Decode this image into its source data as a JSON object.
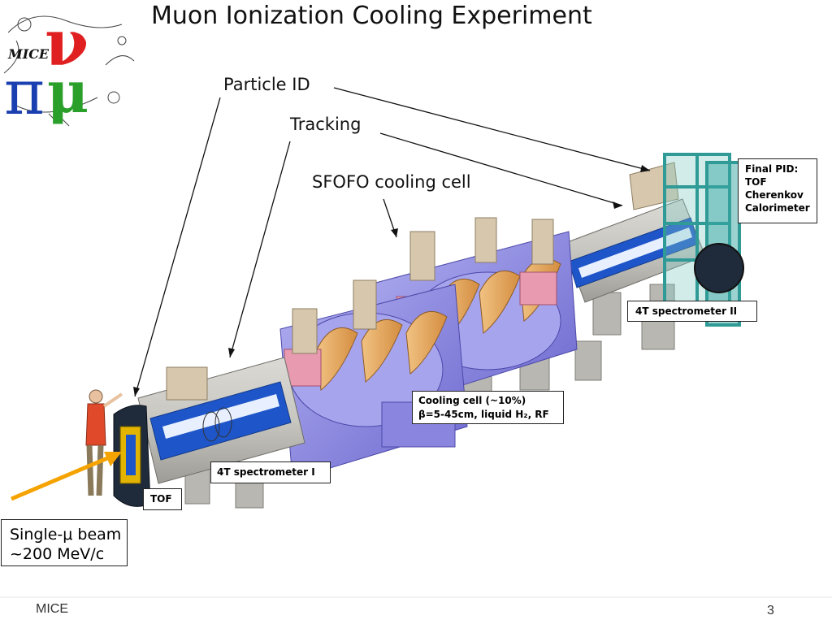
{
  "slide": {
    "title": "Muon Ionization Cooling Experiment",
    "logo": {
      "name": "mice-logo",
      "text": "MICE",
      "glyphs": [
        "π",
        "ν",
        "μ"
      ],
      "colors": {
        "pi": "#1a3fb0",
        "nu": "#e02020",
        "mu": "#2aa02a"
      }
    },
    "labels": {
      "particle_id": "Particle ID",
      "tracking": "Tracking",
      "sfofo": "SFOFO cooling cell"
    },
    "callouts": {
      "final_pid": [
        "Final PID:",
        "TOF",
        "Cherenkov",
        "Calorimeter"
      ],
      "spectrometer_2": "4T spectrometer II",
      "cooling_cell": [
        "Cooling cell (~10%)",
        "β=5-45cm, liquid H₂, RF"
      ],
      "spectrometer_1": "4T spectrometer I",
      "tof": "TOF",
      "beam": [
        "Single-μ beam",
        "~200 MeV/c"
      ]
    },
    "footer": {
      "left": "MICE",
      "page": "3"
    },
    "colors": {
      "vessel": "#c8c6c0",
      "vessel_dark": "#8e8c86",
      "bore": "#1e55c8",
      "coupling_coil": "#8a86e0",
      "absorber": "#e3a25a",
      "rf_pink": "#e79ab0",
      "pid_frame": "#3aa7a3",
      "arrow": "#f5a300"
    }
  }
}
